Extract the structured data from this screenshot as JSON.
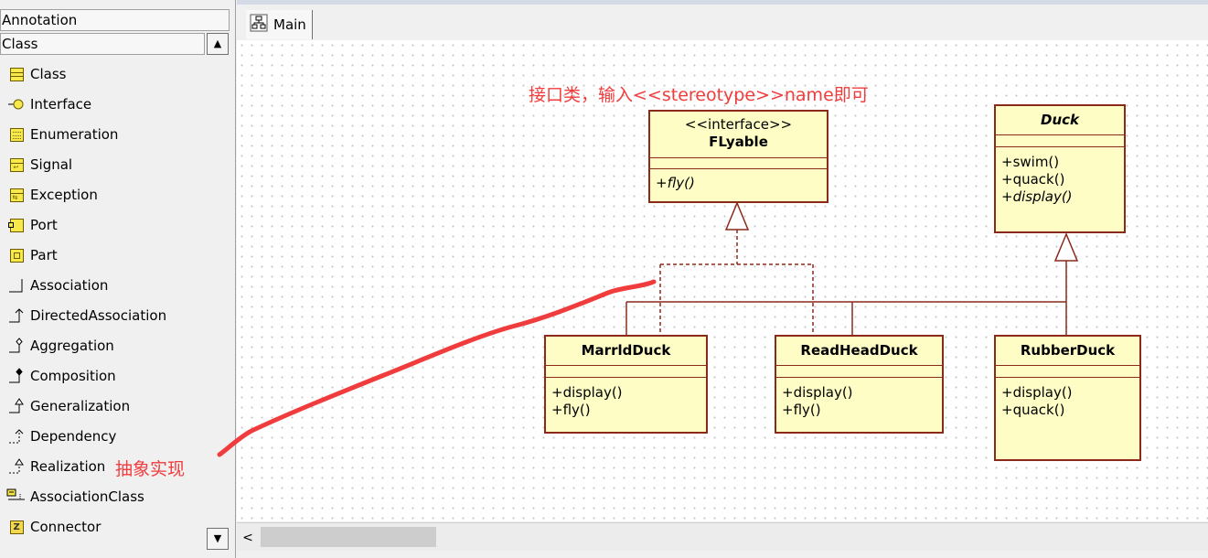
{
  "toolbox": {
    "annotation_header": "Annotation",
    "class_header": "Class",
    "items": [
      {
        "label": "Class",
        "icon": "class-icon"
      },
      {
        "label": "Interface",
        "icon": "interface-icon"
      },
      {
        "label": "Enumeration",
        "icon": "enumeration-icon"
      },
      {
        "label": "Signal",
        "icon": "signal-icon"
      },
      {
        "label": "Exception",
        "icon": "exception-icon"
      },
      {
        "label": "Port",
        "icon": "port-icon"
      },
      {
        "label": "Part",
        "icon": "part-icon"
      },
      {
        "label": "Association",
        "icon": "association-icon"
      },
      {
        "label": "DirectedAssociation",
        "icon": "directed-association-icon"
      },
      {
        "label": "Aggregation",
        "icon": "aggregation-icon"
      },
      {
        "label": "Composition",
        "icon": "composition-icon"
      },
      {
        "label": "Generalization",
        "icon": "generalization-icon"
      },
      {
        "label": "Dependency",
        "icon": "dependency-icon"
      },
      {
        "label": "Realization",
        "icon": "realization-icon"
      },
      {
        "label": "AssociationClass",
        "icon": "association-class-icon"
      },
      {
        "label": "Connector",
        "icon": "connector-icon"
      }
    ]
  },
  "tabs": [
    {
      "label": "Main",
      "icon": "diagram-icon"
    }
  ],
  "annotations": {
    "interface_note": "接口类，输入<<stereotype>>name即可",
    "realization_note": "抽象实现",
    "color": "#f03c3c"
  },
  "diagram": {
    "flyable": {
      "stereotype": "<<interface>>",
      "name": "FLyable",
      "ops": [
        "+fly()"
      ]
    },
    "duck": {
      "name": "Duck",
      "ops": [
        "+swim()",
        "+quack()",
        "+display()"
      ]
    },
    "marrld": {
      "name": "MarrldDuck",
      "ops": [
        "+display()",
        "+fly()"
      ]
    },
    "readhead": {
      "name": "ReadHeadDuck",
      "ops": [
        "+display()",
        "+fly()"
      ]
    },
    "rubber": {
      "name": "RubberDuck",
      "ops": [
        "+display()",
        "+quack()"
      ]
    }
  },
  "colors": {
    "class_fill": "#fdfdc5",
    "class_border": "#8b2a1a"
  }
}
